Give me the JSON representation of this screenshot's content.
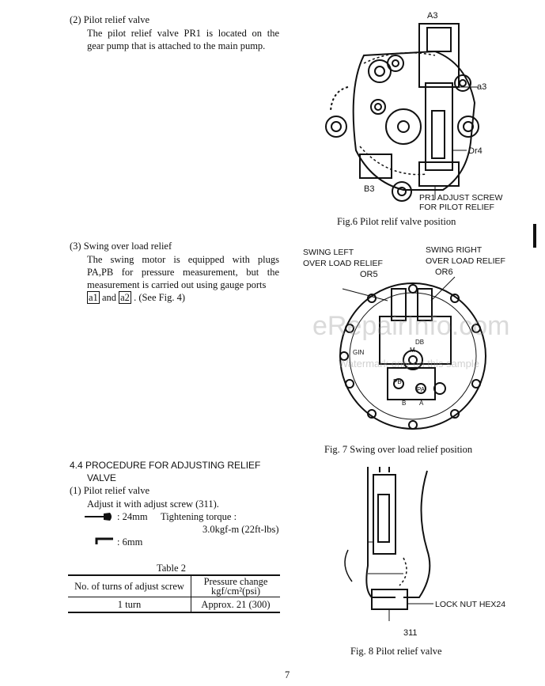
{
  "sec2": {
    "heading": "(2)  Pilot relief valve",
    "line1": "The pilot relief valve PR1 is located on the",
    "line2": "gear pump that is attached to the main pump."
  },
  "fig6": {
    "a3_top": "A3",
    "a3_small": "a3",
    "dr4": "Dr4",
    "b3": "B3",
    "adjust1": "PR1 ADJUST SCREW",
    "adjust2": "FOR PILOT RELIEF",
    "caption": "Fig.6   Pilot relif valve position"
  },
  "sec3": {
    "heading": "(3)  Swing over load relief",
    "line1": "The swing motor is equipped with plugs",
    "line2": "PA,PB for pressure measurement, but the",
    "line3": "measurement is carried out using gauge ports",
    "port1": "a1",
    "and": " and ",
    "port2": "a2",
    "tail": " . (See Fig. 4)"
  },
  "fig7": {
    "left1": "SWING LEFT",
    "left2": "OVER LOAD RELIEF",
    "left_id": "OR5",
    "right1": "SWING RIGHT",
    "right2": "OVER LOAD RELIEF",
    "right_id": "OR6",
    "db": "DB",
    "m": "M",
    "gin": "GIN",
    "pb": "PB",
    "pa": "PA",
    "b": "B",
    "a": "A",
    "caption": "Fig. 7   Swing over load relief position"
  },
  "watermark": {
    "main": "eRepairInfo.com",
    "sub": "Watermark only on this sample"
  },
  "sec44": {
    "heading1": "4.4 PROCEDURE  FOR  ADJUSTING  RELIEF",
    "heading2": "VALVE",
    "item": "(1)  Pilot relief valve",
    "adjust": "Adjust it with adjust screw (311).",
    "wrench": ": 24mm",
    "torque_label": "Tightening torque :",
    "torque_value": "3.0kgf-m (22ft-lbs)",
    "hex": ": 6mm"
  },
  "table2": {
    "title": "Table 2",
    "col1": "No. of turns of adjust screw",
    "col2a": "Pressure change",
    "col2b": "kgf/cm²(psi)",
    "row1_col1": "1 turn",
    "row1_col2": "Approx. 21 (300)"
  },
  "fig8": {
    "lock": "LOCK NUT HEX24",
    "part": "311",
    "caption": "Fig. 8   Pilot relief valve"
  },
  "page_number": "7"
}
